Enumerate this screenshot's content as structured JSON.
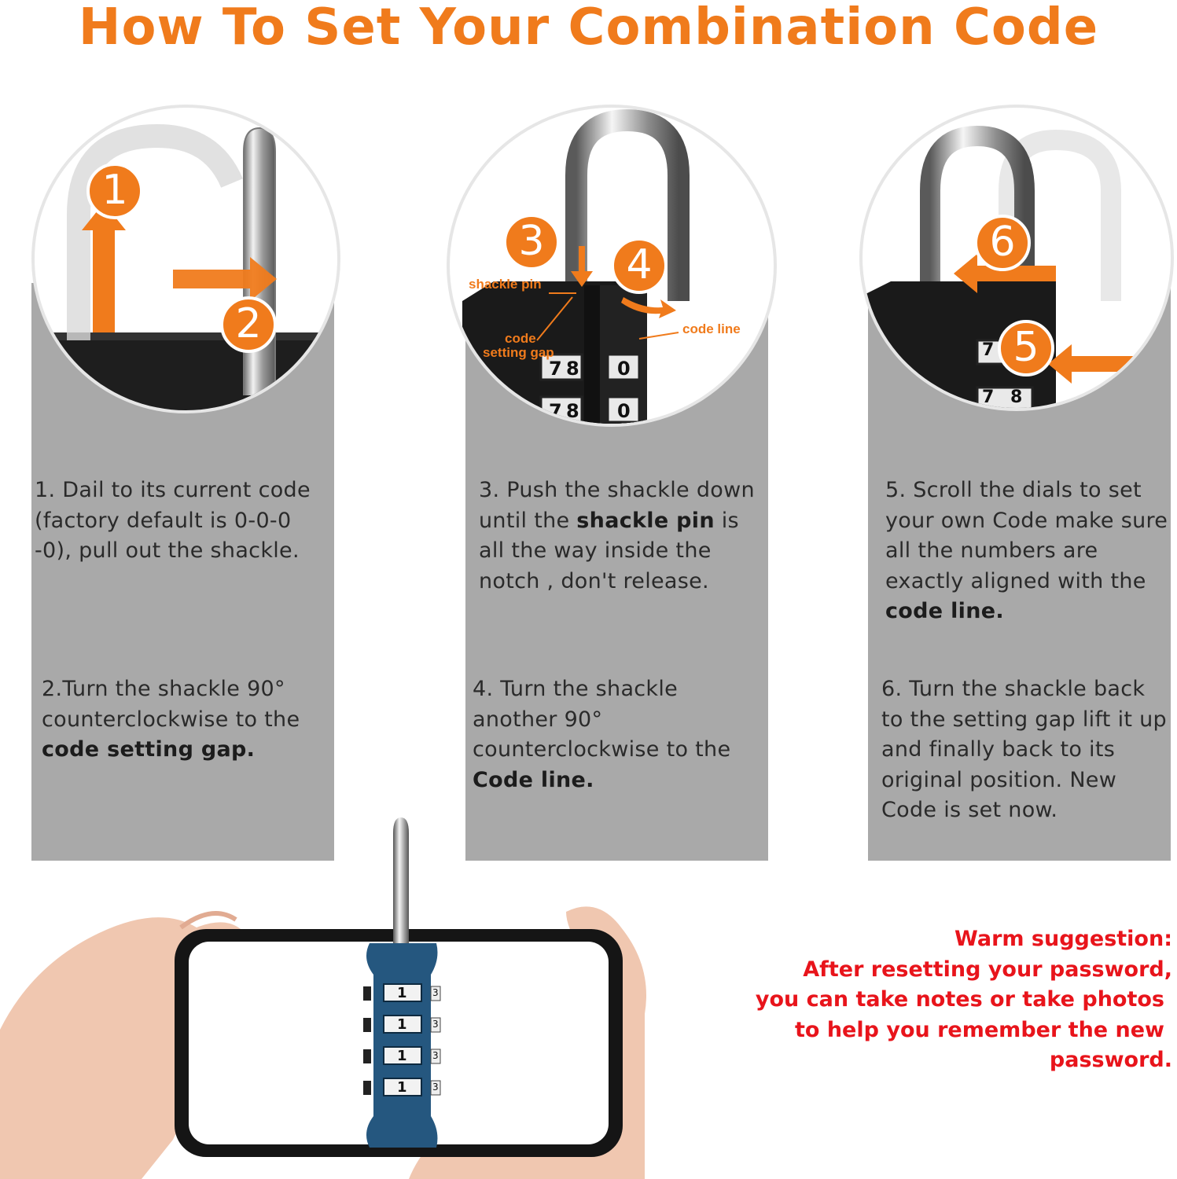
{
  "title": "How To Set Your Combination Code",
  "steps": {
    "s1": "1. Dail to its current code (factory default is 0-0-0 -0), pull out the shackle.",
    "s2_pre": "2.Turn the shackle 90° counterclockwise to the ",
    "s2_bold": "code setting gap.",
    "s3_pre": "3. Push the shackle down until the ",
    "s3_bold": "shackle pin",
    "s3_post": " is all the way inside the notch , don't release.",
    "s4_pre": "4. Turn the shackle another 90° counterclockwise to the ",
    "s4_bold": "Code line.",
    "s5_pre": "5. Scroll the dials to set your own Code make sure all the numbers are exactly aligned with the ",
    "s5_bold": "code line.",
    "s6": "6. Turn the shackle back to the setting gap lift it up and finally back to its original position. New Code is set now."
  },
  "badges": [
    "1",
    "2",
    "3",
    "4",
    "5",
    "6"
  ],
  "callouts": {
    "shackle_pin": "shackle pin",
    "code_setting_gap_1": "code",
    "code_setting_gap_2": "setting gap",
    "code_line": "code line"
  },
  "dial_digits": {
    "middle": [
      "7",
      "8",
      "0"
    ],
    "right": [
      "7",
      "8"
    ],
    "phone_lock": [
      "1",
      "3"
    ]
  },
  "warm_suggestion": {
    "heading": "Warm suggestion:",
    "line1": "After resetting your password,",
    "line2": "you can take notes or take photos",
    "line3": "to help you remember the new",
    "line4": "password."
  },
  "colors": {
    "accent": "#f07b1c",
    "panel_gray": "#a9a9a9",
    "warm_red": "#e8141b",
    "lock_body": "#1b1b1b",
    "lock_blue": "#25577f"
  },
  "icons": [
    "padlock-shackle-illustration",
    "arrow-icon",
    "hands-holding-phone-illustration",
    "blue-padlock-illustration"
  ]
}
